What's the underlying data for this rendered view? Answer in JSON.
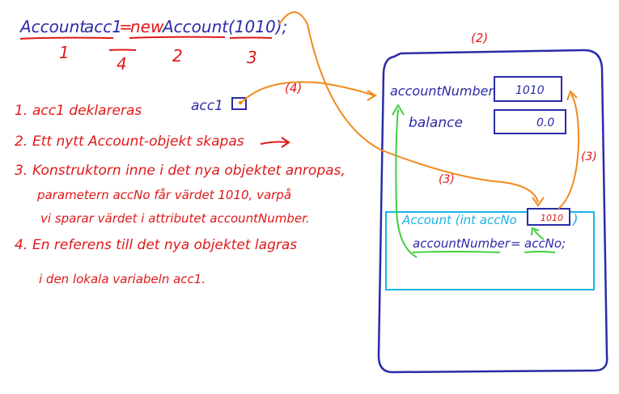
{
  "colors": {
    "blue": "#2b2ba8",
    "red": "#e01818",
    "orange": "#f08a1c",
    "green": "#3fd13f",
    "cyan": "#19b3e6"
  },
  "statement": {
    "type_name": "Account",
    "var_name": "acc1",
    "equals": "=",
    "keyword": "new",
    "constructor_call": "Account",
    "args": "(1010);",
    "labels": [
      "1",
      "4",
      "2",
      "3"
    ]
  },
  "steps": [
    {
      "n": "1.",
      "text": "acc1 deklareras"
    },
    {
      "n": "2.",
      "text": "Ett nytt Account-objekt skapas"
    },
    {
      "n": "3.",
      "text": "Konstruktorn inne i det nya objektet anropas,"
    },
    {
      "n": "",
      "text": "parametern accNo får värdet 1010, varpå"
    },
    {
      "n": "",
      "text": "vi sparar värdet i attributet accountNumber."
    },
    {
      "n": "4.",
      "text": "En referens till det nya objektet lagras"
    },
    {
      "n": "",
      "text": "i den lokala variabeln acc1."
    }
  ],
  "acc1_label": "acc1",
  "step_markers": {
    "four": "(4)",
    "two": "(2)",
    "three_left": "(3)",
    "three_right": "(3)"
  },
  "object": {
    "account_number_label": "accountNumber",
    "account_number_value": "1010",
    "balance_label": "balance",
    "balance_value": "0.0"
  },
  "ctor": {
    "header": "Account (int accNo",
    "param_value": "1010",
    "close_paren": ")",
    "assign_lhs": "accountNumber",
    "assign_eq": "=",
    "assign_rhs": "accNo;"
  }
}
